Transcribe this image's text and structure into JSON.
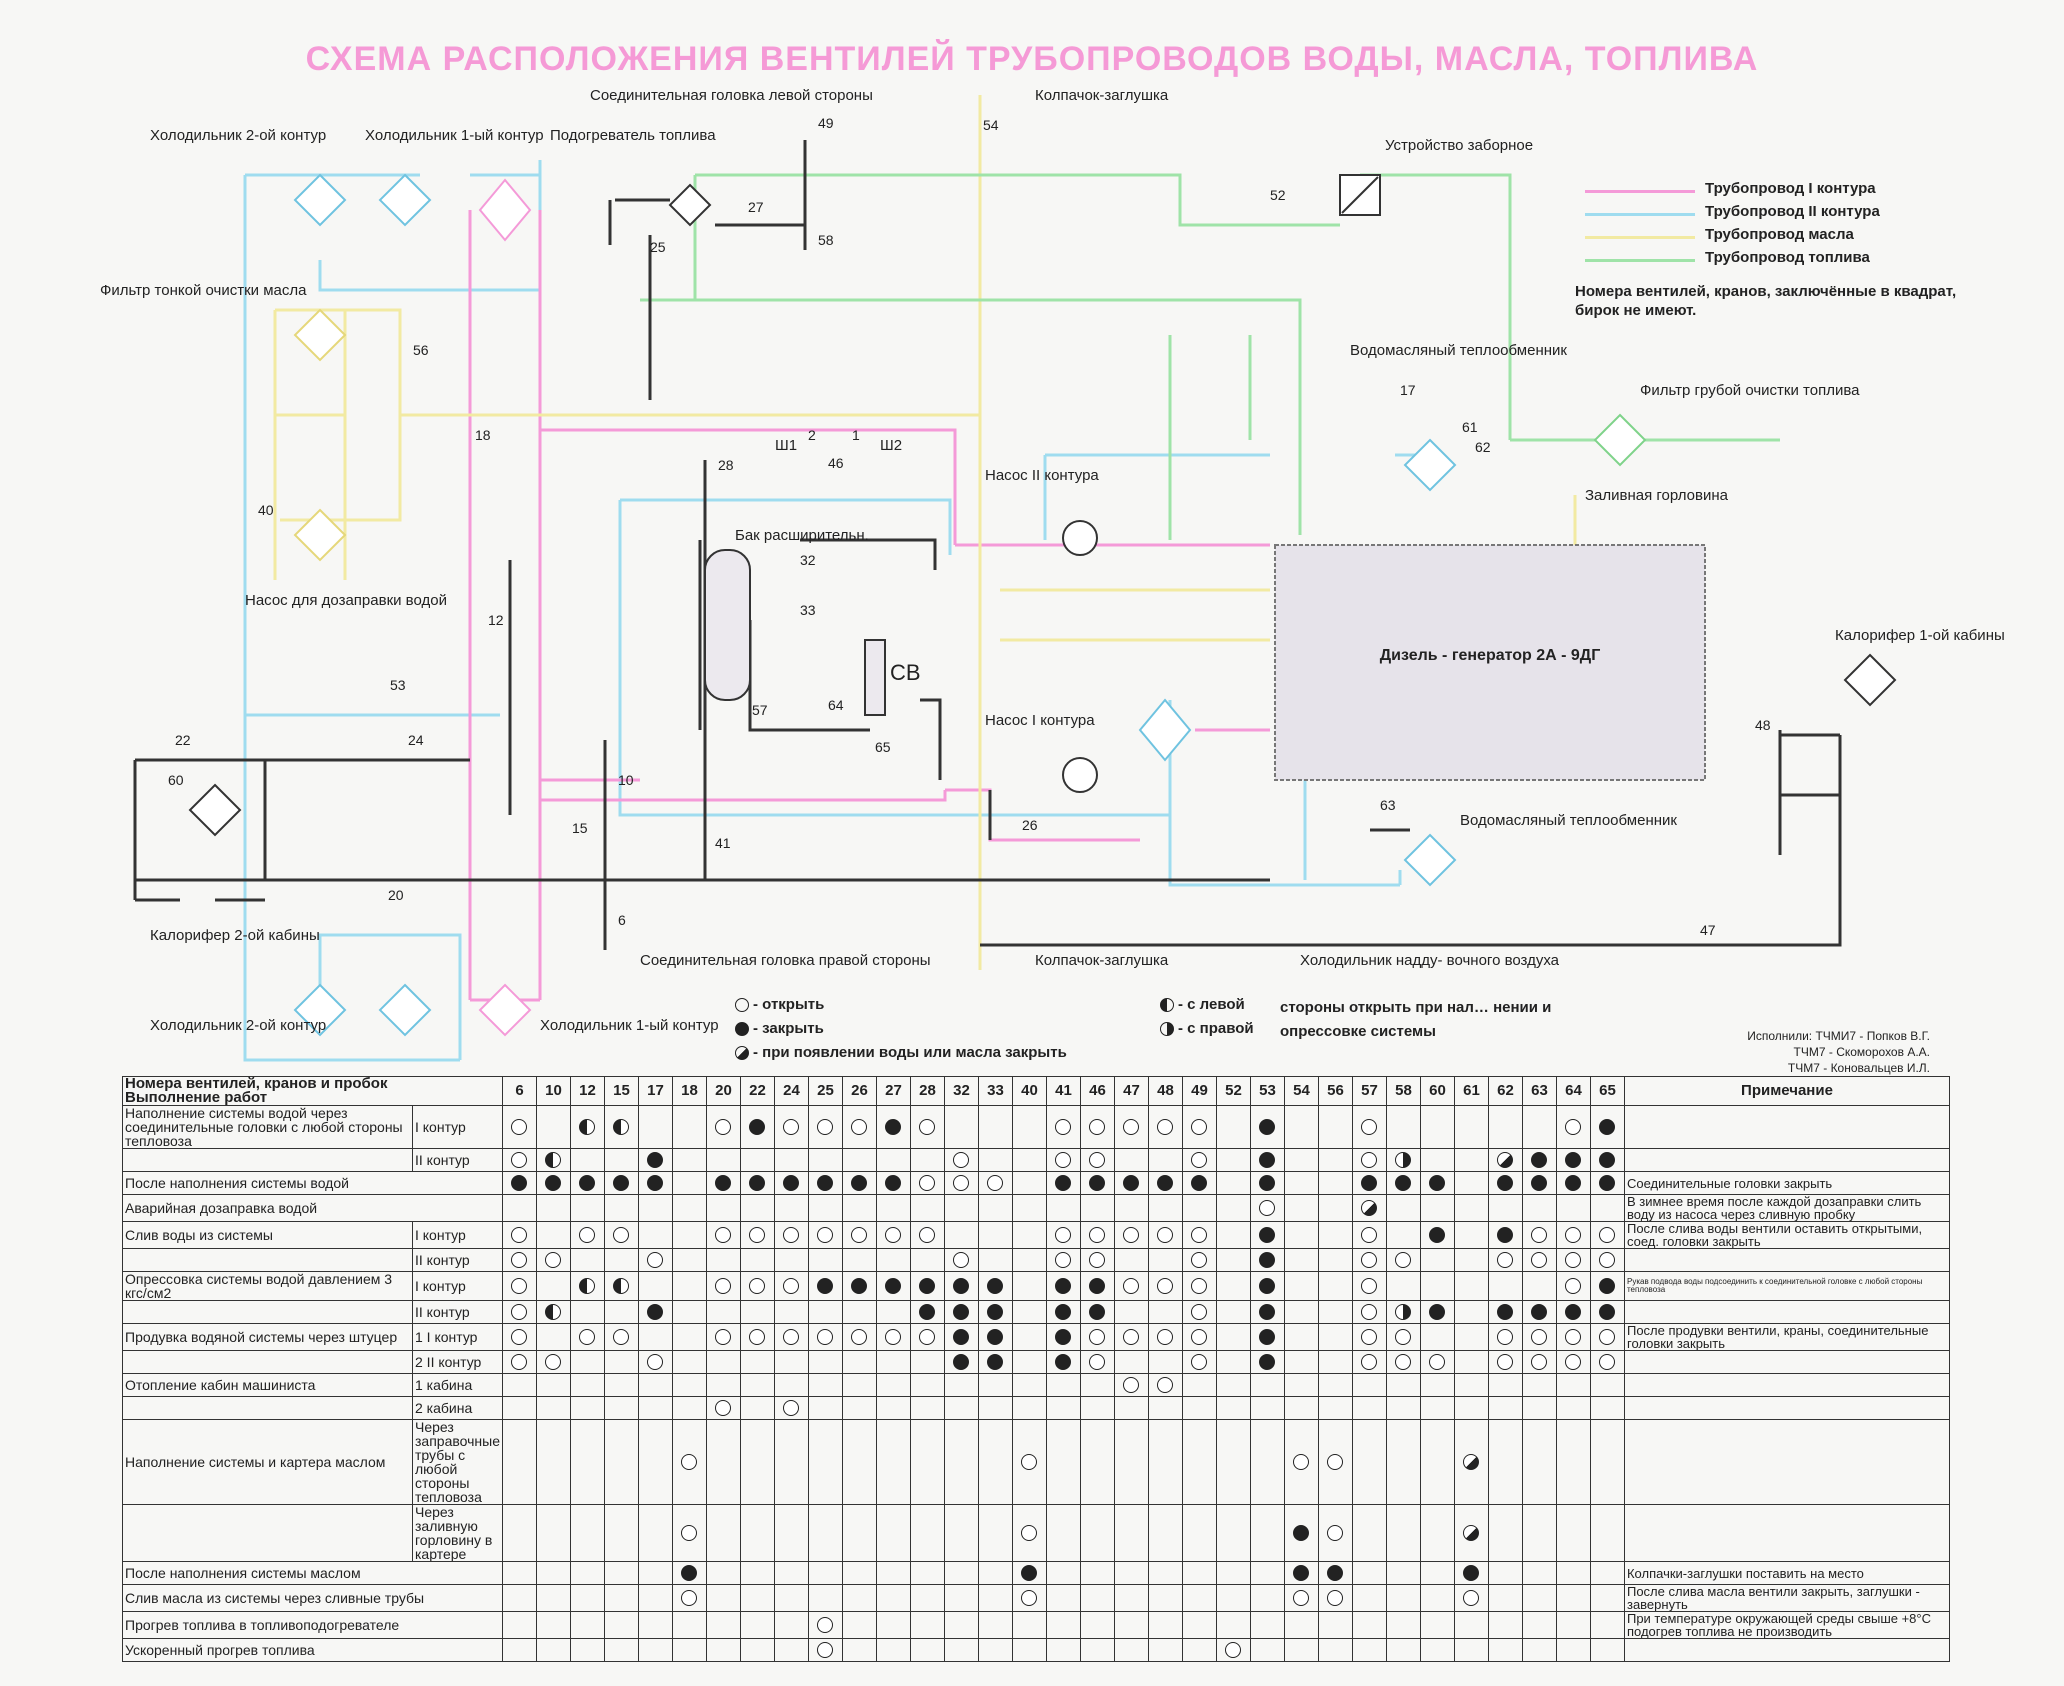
{
  "title": "СХЕМА РАСПОЛОЖЕНИЯ ВЕНТИЛЕЙ ТРУБОПРОВОДОВ ВОДЫ, МАСЛА, ТОПЛИВА",
  "colors": {
    "circuit1": "#f49ad8",
    "circuit2": "#9fdcef",
    "oil": "#f2eaa2",
    "fuel": "#9fe3a8",
    "pipe": "#333333",
    "engine": "#e6e3ea"
  },
  "legend": {
    "items": [
      {
        "label": "Трубопровод I контура",
        "color": "#f49ad8"
      },
      {
        "label": "Трубопровод II контура",
        "color": "#9fdcef"
      },
      {
        "label": "Трубопровод масла",
        "color": "#f2eaa2"
      },
      {
        "label": "Трубопровод топлива",
        "color": "#9fe3a8"
      }
    ],
    "note": "Номера вентилей, кранов, заключённые в квадрат, бирок не имеют."
  },
  "labels": {
    "cooler2_top": "Холодильник 2-ой контур",
    "cooler1_top": "Холодильник 1-ый контур",
    "heater_fuel": "Подогреватель топлива",
    "head_left": "Соединительная головка левой стороны",
    "cap_top": "Колпачок-заглушка",
    "intake": "Устройство заборное",
    "fine_filter": "Фильтр тонкой очистки масла",
    "wo_exch_top": "Водомасляный теплообменник",
    "coarse_filter": "Фильтр грубой очистки топлива",
    "pump2": "Насос II контура",
    "tank": "Бак расширительн.",
    "filler": "Заливная горловина",
    "engine": "Дизель - генератор 2А - 9ДГ",
    "pump_refill": "Насос для дозаправки водой",
    "sv": "СВ",
    "pump1": "Насос I контура",
    "calorifer1": "Калорифер 1-ой кабины",
    "calorifer2": "Калорифер 2-ой кабины",
    "wo_exch_bottom": "Водомасляный теплообменник",
    "head_right": "Соединительная головка правой стороны",
    "cap_bottom": "Колпачок-заглушка",
    "charge_cooler": "Холодильник надду- вочного воздуха",
    "cooler2_bottom": "Холодильник 2-ой контур",
    "cooler1_bottom": "Холодильник 1-ый контур",
    "sh1": "Ш1",
    "sh2": "Ш2"
  },
  "valve_numbers": [
    "49",
    "27",
    "58",
    "25",
    "52",
    "54",
    "56",
    "18",
    "40",
    "28",
    "2",
    "1",
    "46",
    "17",
    "61",
    "62",
    "32",
    "33",
    "12",
    "53",
    "57",
    "64",
    "65",
    "22",
    "24",
    "60",
    "10",
    "15",
    "41",
    "20",
    "6",
    "26",
    "63",
    "48",
    "47"
  ],
  "key": {
    "open": "- открыть",
    "close": "- закрыть",
    "close_on": "- при появлении воды или масла закрыть",
    "left": "- с левой",
    "right": "- с правой",
    "brace_note": "стороны открыть при нал… нении и опрессовке системы"
  },
  "authors": [
    "Исполнили: ТЧМИ7 - Попков В.Г.",
    "ТЧМ7 - Скоморохов А.А.",
    "ТЧМ7 - Коновальцев И.Л."
  ],
  "table": {
    "header_top": "Номера вентилей, кранов и пробок",
    "header_bottom": "Выполнение работ",
    "note_header": "Примечание",
    "columns": [
      "6",
      "10",
      "12",
      "15",
      "17",
      "18",
      "20",
      "22",
      "24",
      "25",
      "26",
      "27",
      "28",
      "32",
      "33",
      "40",
      "41",
      "46",
      "47",
      "48",
      "49",
      "52",
      "53",
      "54",
      "56",
      "57",
      "58",
      "60",
      "61",
      "62",
      "63",
      "64",
      "65"
    ],
    "rows": [
      {
        "op": "Наполнение системы водой через соединительные головки с любой стороны тепловоза",
        "sub": "I контур",
        "states": "o,,l,l,,,o,f,o,o,o,f,o,,,,o,o,o,o,o,,f,,,o,,,,,,o,f",
        "note": ""
      },
      {
        "op": "",
        "sub": "II контур",
        "states": "o,l,,,f,,,,,,,,,o,,,o,o,,,o,,f,,,o,r,,,d,f,f,f",
        "note": ""
      },
      {
        "op": "После наполнения системы водой",
        "sub": "",
        "states": "f,f,f,f,f,,f,f,f,f,f,f,o,o,o,,f,f,f,f,f,,f,,,f,f,f,,f,f,f,f",
        "note": "Соединительные головки закрыть"
      },
      {
        "op": "Аварийная дозаправка водой",
        "sub": "",
        "states": ",,,,,,,,,,,,,,,,,,,,,,o,,,d,,,,,,,",
        "note": "В зимнее время после каждой дозаправки слить воду из насоса через сливную пробку"
      },
      {
        "op": "Слив воды из системы",
        "sub": "I контур",
        "states": "o,,o,o,,,o,o,o,o,o,o,o,,,,o,o,o,o,o,,f,,,o,,f,,f,o,o,o",
        "note": "После слива воды вентили оставить открытыми, соед. головки закрыть"
      },
      {
        "op": "",
        "sub": "II контур",
        "states": "o,o,,,o,,,,,,,,,o,,,o,o,,,o,,f,,,o,o,,,o,o,o,o",
        "note": ""
      },
      {
        "op": "Опрессовка системы водой давлением 3 кгс/см2",
        "sub": "I контур",
        "states": "o,,l,l,,,o,o,o,f,f,f,f,f,f,,f,f,o,o,o,,f,,,o,,,,,,o,f",
        "note": "Рукав подвода воды подсоединить к соединительной головке с любой стороны тепловоза"
      },
      {
        "op": "",
        "sub": "II контур",
        "states": "o,l,,,f,,,,,,,,f,f,f,,f,f,,,o,,f,,,o,r,f,,f,f,f,f",
        "note": ""
      },
      {
        "op": "Продувка водяной системы через штуцер",
        "sub": "1 I контур",
        "states": "o,,o,o,,,o,o,o,o,o,o,o,f,f,,f,o,o,o,o,,f,,,o,o,,,o,o,o,o",
        "note": "После продувки вентили, краны, соединительные головки закрыть"
      },
      {
        "op": "",
        "sub": "2 II контур",
        "states": "o,o,,,o,,,,,,,,,f,f,,f,o,,,o,,f,,,o,o,o,,o,o,o,o",
        "note": ""
      },
      {
        "op": "Отопление кабин машиниста",
        "sub": "1 кабина",
        "states": ",,,,,,,,,,,,,,,,,,o,o,,,,,,,,,,,,,",
        "note": ""
      },
      {
        "op": "",
        "sub": "2 кабина",
        "states": ",,,,,,o,,o,,,,,,,,,,,,,,,,,,,,,,,,",
        "note": ""
      },
      {
        "op": "Наполнение системы и картера маслом",
        "sub": "Через заправочные трубы с любой стороны тепловоза",
        "states": ",,,,,o,,,,,,,,,,o,,,,,,,,o,o,,,,d,,,,",
        "note": ""
      },
      {
        "op": "",
        "sub": "Через заливную горловину в картере",
        "states": ",,,,,o,,,,,,,,,,o,,,,,,,,f,o,,,,d,,,,",
        "note": ""
      },
      {
        "op": "После наполнения системы маслом",
        "sub": "",
        "states": ",,,,,f,,,,,,,,,,f,,,,,,,,f,f,,,,f,,,,",
        "note": "Колпачки-заглушки поставить на место"
      },
      {
        "op": "Слив масла из системы через сливные трубы",
        "sub": "",
        "states": ",,,,,o,,,,,,,,,,o,,,,,,,,o,o,,,,o,,,,",
        "note": "После слива масла вентили закрыть, заглушки - завернуть"
      },
      {
        "op": "Прогрев топлива в топливоподогревателе",
        "sub": "",
        "states": ",,,,,,,,,o,,,,,,,,,,,,,,,,,,,,,,,",
        "note": "При температуре окружающей среды свыше +8°С подогрев топлива не производить"
      },
      {
        "op": "Ускоренный прогрев топлива",
        "sub": "",
        "states": ",,,,,,,,,o,,,,,,,,,,,,o,,,,,,,,,,,",
        "note": ""
      }
    ]
  }
}
